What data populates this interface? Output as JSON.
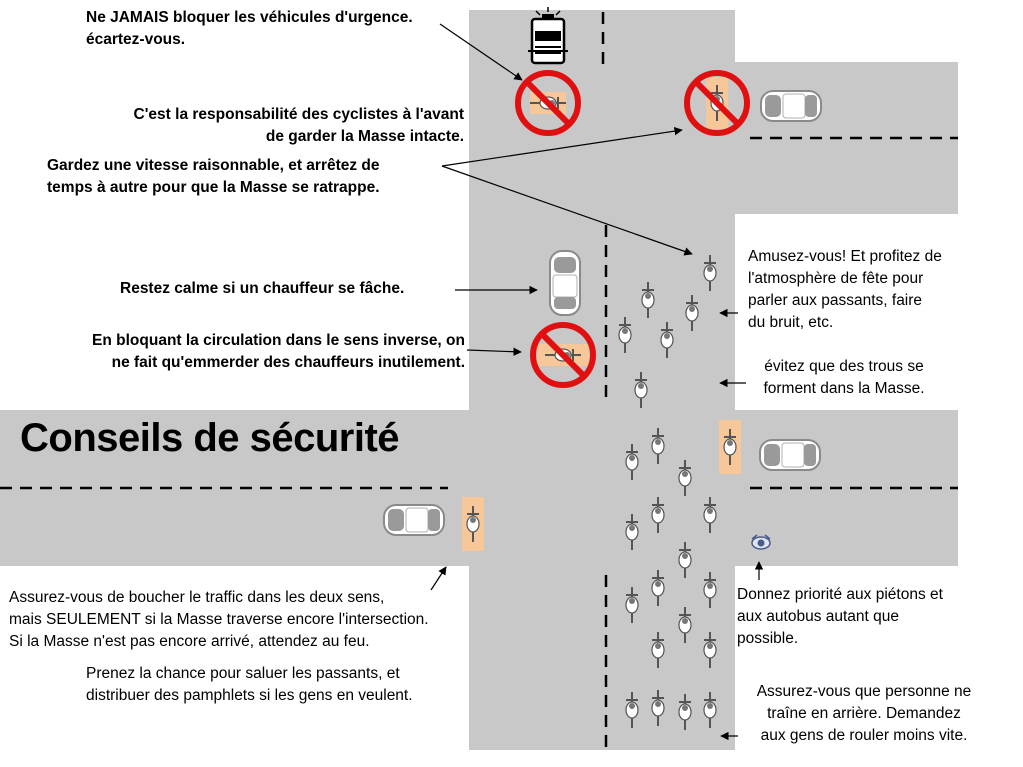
{
  "title": "Conseils de sécurité",
  "notes": {
    "urgence": "Ne JAMAIS bloquer les véhicules d'urgence.\nécartez-vous.",
    "responsabilite": "C'est la responsabilité des cyclistes à l'avant\nde garder la Masse intacte.",
    "vitesse": "Gardez une vitesse raisonnable, et arrêtez de\ntemps à autre pour que la Masse se ratrappe.",
    "calme": "Restez calme si un chauffeur se fâche.",
    "sens_inverse": "En bloquant la circulation dans le sens inverse, on\nne fait qu'emmerder des chauffeurs inutilement.",
    "amusez": "Amusez-vous! Et profitez de\nl'atmosphère de fête pour\nparler aux passants, faire\ndu bruit, etc.",
    "trous": "évitez que des trous se\nforment dans la Masse.",
    "boucher": "Assurez-vous de boucher le traffic dans les deux sens,\nmais SEULEMENT si la Masse traverse encore l'intersection.\nSi la Masse n'est pas encore arrivé, attendez au feu.",
    "pietons": "Donnez priorité aux piétons et\naux autobus autant que\npossible.",
    "saluer": "Prenez la chance pour saluer les passants, et\ndistribuer des pamphlets si les gens en veulent.",
    "personne": "Assurez-vous que personne ne\ntraîne en arrière. Demandez\naux gens de rouler moins vite."
  },
  "colors": {
    "road": "#c8c8c8",
    "lane_marking": "#000000",
    "car_body": "#ffffff",
    "car_glass": "#9a9a9a",
    "bike_highlight": "#f7c79a",
    "prohibition_red": "#e01010"
  },
  "icons": [
    "fire-truck-icon",
    "car-icon",
    "cyclist-icon",
    "prohibition-icon",
    "pedestrian-icon"
  ]
}
